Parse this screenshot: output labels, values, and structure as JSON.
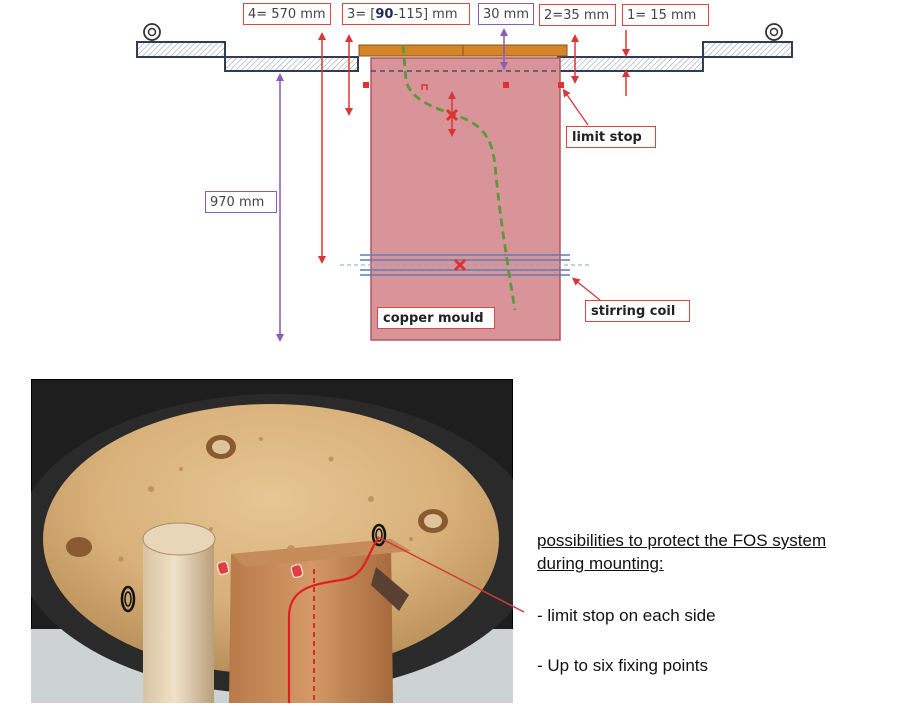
{
  "dimensions": {
    "d4_prefix": "4= 570 mm",
    "d3_prefix": "3= [",
    "d3_bold": "90",
    "d3_suffix": "-115] mm",
    "d30": "30 mm",
    "d2": "2=35 mm",
    "d1": "1= 15 mm",
    "d970": "970 mm"
  },
  "labels": {
    "limit_stop": "limit stop",
    "stirring_coil": "stirring coil",
    "copper_mould": "copper mould"
  },
  "notes": {
    "line1": "possibilities to protect the FOS system",
    "line2": "during mounting:",
    "bullet1": "- limit stop on each side",
    "bullet2": "- Up to six fixing points"
  },
  "colors": {
    "mould_fill": "#d9949a",
    "mould_stroke": "#b0565e",
    "plate_stroke": "#2f3d57",
    "copper_bar": "#d4852a",
    "dim_red": "#d63838",
    "dim_purple": "#8a5cb8",
    "fiber_green": "#5a9a3a",
    "coil_blue": "#5b7fb5"
  }
}
